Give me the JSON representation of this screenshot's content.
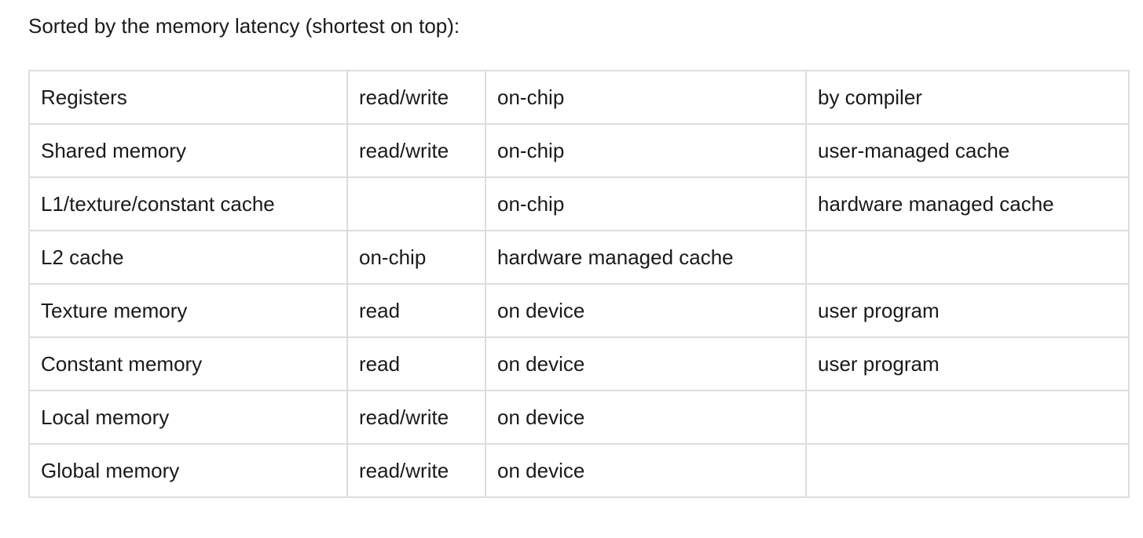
{
  "intro_text": "Sorted by the memory latency (shortest on top):",
  "table": {
    "rows": [
      {
        "cells": [
          "Registers",
          "read/write",
          "on-chip",
          "by compiler"
        ]
      },
      {
        "cells": [
          "Shared memory",
          "read/write",
          "on-chip",
          "user-managed cache"
        ]
      },
      {
        "cells": [
          "L1/texture/constant cache",
          "",
          "on-chip",
          "hardware managed cache"
        ]
      },
      {
        "cells": [
          "L2 cache",
          "on-chip",
          "hardware managed cache",
          ""
        ]
      },
      {
        "cells": [
          "Texture memory",
          "read",
          "on device",
          "user program"
        ]
      },
      {
        "cells": [
          "Constant memory",
          "read",
          "on device",
          "user program"
        ]
      },
      {
        "cells": [
          "Local memory",
          "read/write",
          "on device",
          ""
        ]
      },
      {
        "cells": [
          "Global memory",
          "read/write",
          "on device",
          ""
        ]
      }
    ]
  }
}
